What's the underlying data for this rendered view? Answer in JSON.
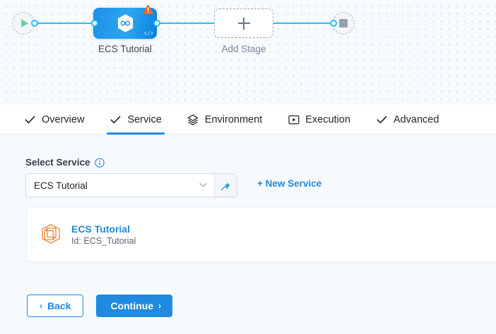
{
  "pipeline": {
    "start_node": {
      "icon": "play-icon",
      "label": ""
    },
    "stage": {
      "label": "ECS Tutorial",
      "icon": "service-hexagon-icon",
      "warning_icon": "warning-triangle-icon",
      "code_icon": "code-brackets-icon",
      "code_glyph": "</>"
    },
    "add_stage": {
      "label": "Add Stage",
      "icon": "plus-icon"
    },
    "end_node": {
      "icon": "stop-square-icon"
    }
  },
  "tabs": [
    {
      "label": "Overview",
      "icon": "check-icon",
      "active": false
    },
    {
      "label": "Service",
      "icon": "check-icon",
      "active": true
    },
    {
      "label": "Environment",
      "icon": "layers-diamond-icon",
      "active": false
    },
    {
      "label": "Execution",
      "icon": "play-box-icon",
      "active": false
    },
    {
      "label": "Advanced",
      "icon": "check-icon",
      "active": false
    }
  ],
  "form": {
    "select_service_label": "Select Service",
    "info_icon": "info-icon",
    "service_select_value": "ECS Tutorial",
    "chevron_icon": "chevron-down-icon",
    "pin_icon": "pin-icon",
    "new_service_label": "+ New Service"
  },
  "service_card": {
    "icon": "cube-icon",
    "name": "ECS Tutorial",
    "id": "Id: ECS_Tutorial"
  },
  "footer": {
    "back_label": "Back",
    "back_arrow": "‹",
    "continue_label": "Continue",
    "continue_arrow": "›"
  },
  "colors": {
    "accent_blue": "#1f8ae0",
    "edge_blue": "#27bdf4",
    "warning_orange": "#f26722",
    "service_orange": "#e8873c",
    "play_green": "#66d19e"
  }
}
